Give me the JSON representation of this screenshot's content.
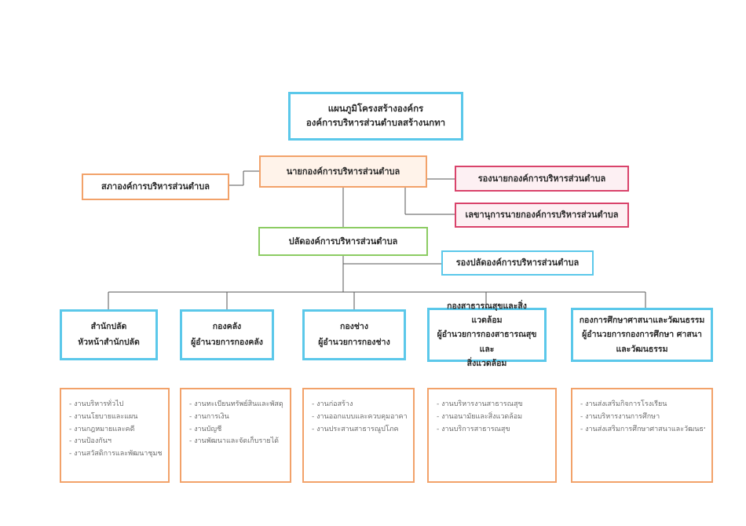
{
  "title": {
    "line1": "แผนภูมิโครงสร้างองค์กร",
    "line2": "องค์การบริหารส่วนตำบลสร้างนกทา"
  },
  "chief_executive": "นายกองค์การบริหารส่วนตำบล",
  "council": "สภาองค์การบริหารส่วนตำบล",
  "deputy_chief": "รองนายกองค์การบริหารส่วนตำบล",
  "secretary": "เลขานุการนายกองค์การบริหารส่วนตำบล",
  "permanent_secretary": "ปลัดองค์การบริหารส่วนตำบล",
  "deputy_permanent_secretary": "รองปลัดองค์การบริหารส่วนตำบล",
  "departments": [
    {
      "name": "สำนักปลัด",
      "head": "หัวหน้าสำนักปลัด",
      "head2": "",
      "tasks": [
        "งานบริหารทั่วไป",
        "งานนโยบายและแผน",
        "งานกฎหมายและคดี",
        "งานป้องกันฯ",
        "งานสวัสดิการและพัฒนาชุมชน"
      ]
    },
    {
      "name": "กองคลัง",
      "head": "ผู้อำนวยการกองคลัง",
      "head2": "",
      "tasks": [
        "งานทะเบียนทรัพย์สินและพัสดุ",
        "งานการเงิน",
        "งานบัญชี",
        "งานพัฒนาและจัดเก็บรายได้"
      ]
    },
    {
      "name": "กองช่าง",
      "head": "ผู้อำนวยการกองช่าง",
      "head2": "",
      "tasks": [
        "งานก่อสร้าง",
        "งานออกแบบและควบคุมอาคาร",
        "งานประสานสาธารณูปโภค"
      ]
    },
    {
      "name": "กองสาธารณสุขและสิ่งแวดล้อม",
      "head": "ผู้อำนวยการกองสาธารณสุขและ",
      "head2": "สิ่งแวดล้อม",
      "tasks": [
        "งานบริหารงานสาธารณสุข",
        "งานอนามัยและสิ่งแวดล้อม",
        "งานบริการสาธารณสุข"
      ]
    },
    {
      "name": "กองการศึกษาศาสนาและวัฒนธรรม",
      "head": "ผู้อำนวยการกองการศึกษา ศาสนา",
      "head2": "และวัฒนธรรม",
      "tasks": [
        "งานส่งเสริมกิจการโรงเรียน",
        "งานบริหารงานการศึกษา",
        "งานส่งเสริมการศึกษาศาสนาและวัฒนธรรม"
      ]
    }
  ]
}
